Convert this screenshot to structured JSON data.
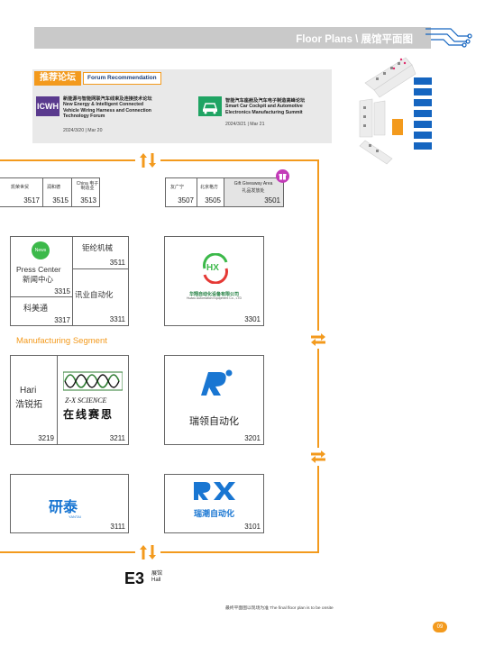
{
  "header": {
    "title": "Floor Plans \\ 展馆平面图"
  },
  "forum": {
    "tag_cn": "推荐论坛",
    "tag_en": "Forum Recommendation",
    "items": [
      {
        "logo": "ICWH",
        "cn": "新能源与智能网联汽车线束及连接技术论坛",
        "en1": "New Energy & Intelligent Connected",
        "en2": "Vehicle Wiring Harness and Connection",
        "en3": "Technology Forum",
        "date": "2024/3/20 | Mar 20"
      },
      {
        "cn": "智能汽车座舱及汽车电子制造高峰论坛",
        "en1": "Smart Car Cockpit and Automotive",
        "en2": "Electronics Manufacturing Summit",
        "date": "2024/3/21 | Mar 21"
      }
    ]
  },
  "top_row": {
    "left": [
      {
        "name": "凯荣世贸",
        "num": "3517"
      },
      {
        "name": "润和德",
        "num": "3515"
      },
      {
        "name": "China 电子制造业",
        "num": "3513"
      }
    ],
    "right": [
      {
        "name": "友广宁",
        "num": "3507"
      },
      {
        "name": "北京格方",
        "num": "3505"
      },
      {
        "name": "Gift Giveaway Area",
        "name2": "礼品发放处",
        "num": "3501"
      }
    ]
  },
  "block1": {
    "news": "News",
    "press_en": "Press Center",
    "press_cn": "新闻中心",
    "press_num": "3315",
    "kmt": "科美通",
    "kmt_num": "3317",
    "fl": "钜纶机械",
    "fl_num": "3511",
    "xy": "讯业自动化",
    "xy_num": "3311",
    "hx_logo": "HX",
    "hx_cn": "华翔自动化设备有限公司",
    "hx_en": "Huaxu Automation Equipment Co., LTD",
    "hx_num": "3301"
  },
  "segment": {
    "title": "Manufacturing Segment"
  },
  "block2": {
    "hari_en": "Hari",
    "hari_cn": "浩锐拓",
    "hari_num": "3219",
    "zx_en": "Z-X SCIENCE",
    "zx_cn": "在线赛思",
    "zx_num": "3211",
    "rl_cn": "瑞领自动化",
    "rl_num": "3201"
  },
  "block3": {
    "yt_cn": "研泰",
    "yt_en": "YANTAI",
    "yt_num": "3111",
    "rc_cn": "瑞潮自动化",
    "rc_num": "3101"
  },
  "hall": {
    "code": "E3",
    "cn": "展馆",
    "en": "Hall"
  },
  "note": "最终平面图以现场为准 The final floor plan is to be onsite",
  "page": "09",
  "colors": {
    "accent": "#f39a1d",
    "header_grey": "#c9c9c9",
    "forum_bg": "#e9e9e9",
    "map_blue": "#1565c0"
  }
}
